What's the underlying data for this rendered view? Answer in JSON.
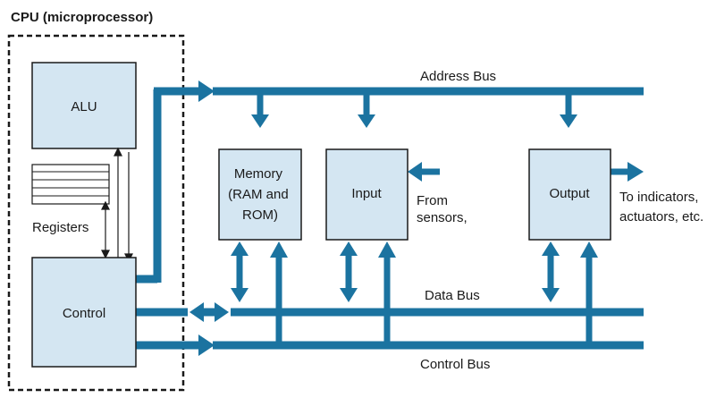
{
  "diagram": {
    "cpu_label": "CPU (microprocessor)",
    "alu_label": "ALU",
    "registers_label": "Registers",
    "control_label": "Control",
    "memory_label": [
      "Memory",
      "(RAM and",
      "ROM)"
    ],
    "input_label": "Input",
    "output_label": "Output",
    "address_bus_label": "Address Bus",
    "data_bus_label": "Data Bus",
    "control_bus_label": "Control Bus",
    "from_sensors_label": [
      "From",
      "sensors,"
    ],
    "to_indicators_label": [
      "To indicators,",
      "actuators, etc."
    ]
  },
  "colors": {
    "bus": "#1b73a0",
    "box_fill": "#d4e6f2",
    "box_stroke": "#1a1a1a",
    "text": "#1a1a1a"
  }
}
